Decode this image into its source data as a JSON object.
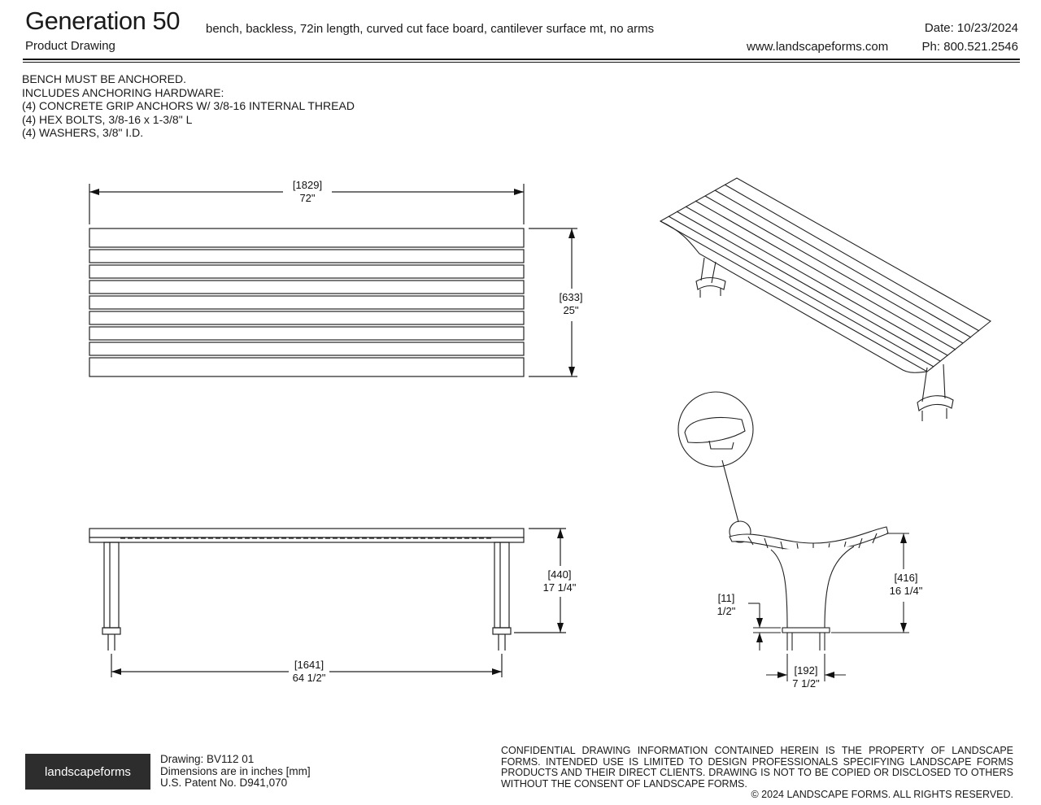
{
  "header": {
    "title": "Generation 50",
    "subtitle": "bench, backless, 72in length, curved cut face board, cantilever surface mt, no arms",
    "doc_type": "Product Drawing",
    "date": "Date: 10/23/2024",
    "website": "www.landscapeforms.com",
    "phone": "Ph: 800.521.2546"
  },
  "notes": [
    "BENCH MUST BE ANCHORED.",
    "INCLUDES ANCHORING HARDWARE:",
    "(4) CONCRETE GRIP ANCHORS W/ 3/8-16 INTERNAL THREAD",
    "(4) HEX BOLTS, 3/8-16 x 1-3/8\" L",
    "(4) WASHERS, 3/8\" I.D."
  ],
  "dimensions": {
    "top_width_mm": "[1829]",
    "top_width_in": "72\"",
    "top_depth_mm": "[633]",
    "top_depth_in": "25\"",
    "front_height_mm": "[440]",
    "front_height_in": "17 1/4\"",
    "front_leg_span_mm": "[1641]",
    "front_leg_span_in": "64 1/2\"",
    "side_height_mm": "[416]",
    "side_height_in": "16 1/4\"",
    "side_base_mm": "[11]",
    "side_base_in": "1/2\"",
    "side_foot_mm": "[192]",
    "side_foot_in": "7 1/2\""
  },
  "footer": {
    "logo_text": "landscapeforms",
    "drawing": "Drawing: BV112 01",
    "units_note": "Dimensions are in inches [mm]",
    "patent": "U.S. Patent No. D941,070",
    "confidential": "CONFIDENTIAL DRAWING INFORMATION CONTAINED HEREIN IS THE PROPERTY OF LANDSCAPE FORMS. INTENDED USE IS LIMITED TO DESIGN PROFESSIONALS SPECIFYING LANDSCAPE FORMS PRODUCTS AND THEIR DIRECT CLIENTS. DRAWING IS NOT TO BE COPIED OR DISCLOSED TO OTHERS WITHOUT THE CONSENT OF LANDSCAPE FORMS.",
    "copyright": "© 2024 LANDSCAPE FORMS. ALL RIGHTS RESERVED."
  }
}
